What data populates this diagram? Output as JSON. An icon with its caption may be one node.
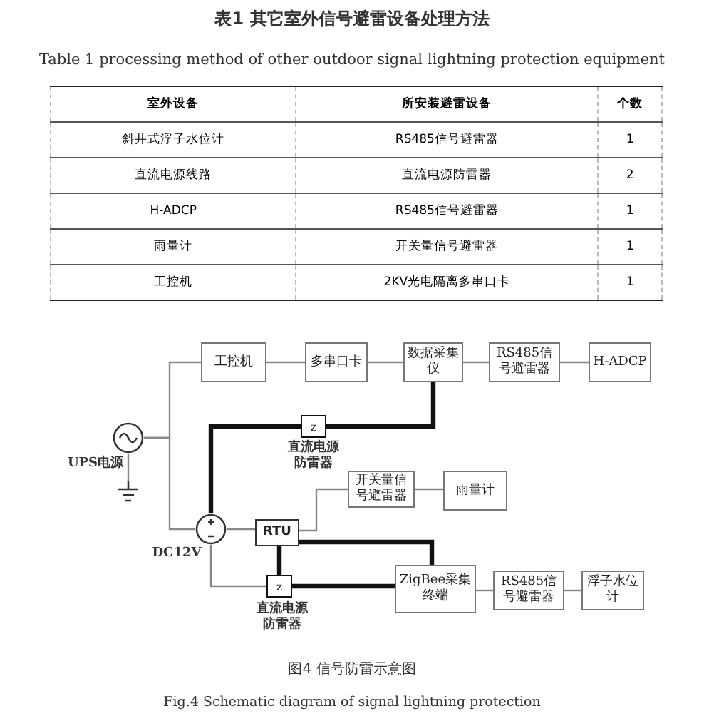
{
  "diagram": {
    "caption": "图4 信号防雷示意图",
    "nodes": [
      {
        "text": [
          "工控机"
        ]
      },
      {
        "text": [
          "多串口卡"
        ]
      },
      {
        "text": [
          "数据采集仪"
        ]
      },
      {
        "text": [
          "RS485信号避雷器"
        ]
      },
      {
        "text": [
          "H-ADCP"
        ]
      },
      {
        "text": [],
        "shape": "circle",
        "beside": [
          "UPS电源"
        ]
      },
      {
        "text": [],
        "shape": "ground"
      },
      {
        "text": [
          "z"
        ],
        "beside": [
          "直流电源防雷器"
        ]
      },
      {
        "text": [
          "开关量信号避雷器"
        ]
      },
      {
        "text": [
          "雨量计"
        ]
      },
      {
        "text": [],
        "shape": "circle",
        "beside": [
          "DC12V"
        ]
      },
      {
        "text": [
          "RTU"
        ]
      },
      {
        "text": [
          "z"
        ],
        "beside": [
          "直流电源防雷器"
        ]
      },
      {
        "text": [
          "ZigBee采集终端"
        ]
      },
      {
        "text": [
          "RS485信号避雷器"
        ]
      },
      {
        "text": [
          "浮子水位计"
        ]
      }
    ],
    "edges": [
      {
        "from": 5,
        "to": 0,
        "arrow": "none"
      },
      {
        "from": 5,
        "to": 10,
        "arrow": "none"
      },
      {
        "from": 5,
        "to": 6,
        "arrow": "none"
      },
      {
        "from": 0,
        "to": 1,
        "arrow": "none"
      },
      {
        "from": 1,
        "to": 2,
        "arrow": "none"
      },
      {
        "from": 2,
        "to": 3,
        "arrow": "none"
      },
      {
        "from": 3,
        "to": 4,
        "arrow": "none"
      },
      {
        "from": 10,
        "to": 7,
        "arrow": "none",
        "style": "thick",
        "color": "#111111"
      },
      {
        "from": 7,
        "to": 2,
        "arrow": "none",
        "style": "thick",
        "color": "#111111"
      },
      {
        "from": 10,
        "to": 11,
        "arrow": "none"
      },
      {
        "from": 11,
        "to": 8,
        "arrow": "none"
      },
      {
        "from": 8,
        "to": 9,
        "arrow": "none"
      },
      {
        "from": 11,
        "to": 13,
        "arrow": "none",
        "style": "thick",
        "color": "#111111"
      },
      {
        "from": 11,
        "to": 12,
        "arrow": "none",
        "style": "thick",
        "color": "#111111"
      },
      {
        "from": 10,
        "to": 12,
        "arrow": "none"
      },
      {
        "from": 12,
        "to": 13,
        "arrow": "none",
        "style": "thick",
        "color": "#111111"
      },
      {
        "from": 13,
        "to": 14,
        "arrow": "none"
      },
      {
        "from": 14,
        "to": 15,
        "arrow": "none"
      }
    ],
    "labels": [
      "表1 其它室外信号避雷设备处理方法",
      "Table 1 processing method of other outdoor signal lightning protection equipment",
      "室外设备",
      "所安装避雷设备",
      "个数",
      "斜井式浮子水位计",
      "RS485信号避雷器",
      "1",
      "直流电源线路",
      "直流电源防雷器",
      "2",
      "H-ADCP",
      "RS485信号避雷器",
      "1",
      "雨量计",
      "开关量信号避雷器",
      "1",
      "工控机",
      "2KV光电隔离多串口卡",
      "1",
      "Fig.4 Schematic diagram of signal lightning protection"
    ]
  }
}
